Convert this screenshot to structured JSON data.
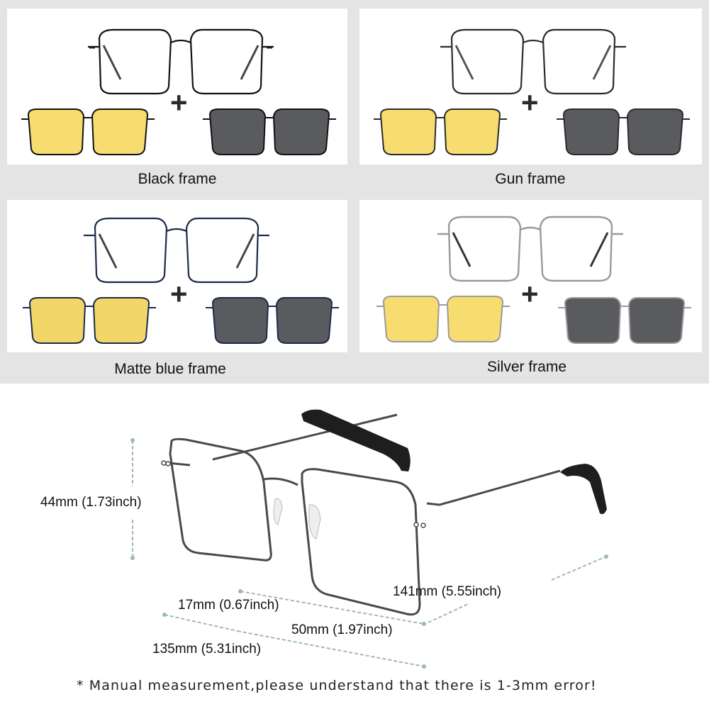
{
  "variants": [
    {
      "label": "Black frame",
      "frame_color": "#111111"
    },
    {
      "label": "Gun frame",
      "frame_color": "#2b2b2b"
    },
    {
      "label": "Matte blue frame",
      "frame_color": "#1c2a4a"
    },
    {
      "label": "Silver frame",
      "frame_color": "#9a9a9a"
    }
  ],
  "plus_symbol": "+",
  "lens_colors": {
    "yellow": "#f7dc6f",
    "gray": "#5a5b5e"
  },
  "dimensions": {
    "lens_height": "44mm (1.73inch)",
    "bridge": "17mm (0.67inch)",
    "lens_width": "50mm (1.97inch)",
    "temple_length": "141mm (5.55inch)",
    "frame_width": "135mm (5.31inch)"
  },
  "disclaimer": "* Manual measurement,please understand that there is 1-3mm error!",
  "colors": {
    "background_gray": "#e4e4e4",
    "panel_white": "#ffffff",
    "dim_line": "#9fb8b8"
  }
}
